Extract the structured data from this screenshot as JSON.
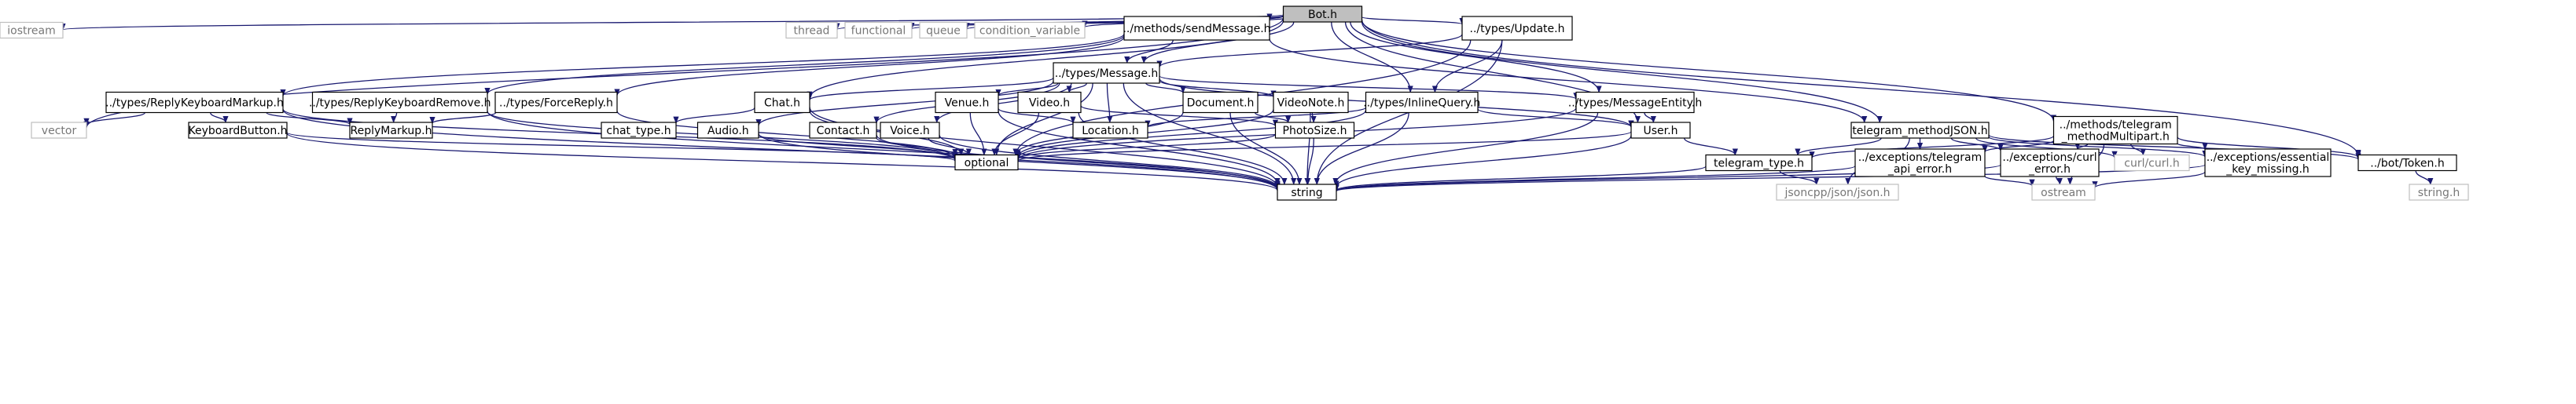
{
  "graph": {
    "colors": {
      "edge": "#191970",
      "internal_fill": "#ffffff",
      "internal_stroke": "#000000",
      "internal_text": "#000000",
      "external_fill": "#ffffff",
      "external_stroke": "#bfbfbf",
      "external_text": "#777777",
      "root_fill": "#bfbfbf",
      "root_stroke": "#000000"
    },
    "nodes": [
      {
        "id": "bot",
        "label": "Bot.h",
        "kind": "root"
      },
      {
        "id": "iostream",
        "label": "iostream",
        "kind": "external"
      },
      {
        "id": "thread",
        "label": "thread",
        "kind": "external"
      },
      {
        "id": "functional",
        "label": "functional",
        "kind": "external"
      },
      {
        "id": "queue",
        "label": "queue",
        "kind": "external"
      },
      {
        "id": "condvar",
        "label": "condition_variable",
        "kind": "external"
      },
      {
        "id": "sendmsg",
        "label": "../methods/sendMessage.h",
        "kind": "internal"
      },
      {
        "id": "update",
        "label": "../types/Update.h",
        "kind": "internal"
      },
      {
        "id": "message",
        "label": "../types/Message.h",
        "kind": "internal"
      },
      {
        "id": "rkm",
        "label": "../types/ReplyKeyboardMarkup.h",
        "kind": "internal"
      },
      {
        "id": "rkr",
        "label": "../types/ReplyKeyboardRemove.h",
        "kind": "internal"
      },
      {
        "id": "forcereply",
        "label": "../types/ForceReply.h",
        "kind": "internal"
      },
      {
        "id": "chat",
        "label": "Chat.h",
        "kind": "internal"
      },
      {
        "id": "venue",
        "label": "Venue.h",
        "kind": "internal"
      },
      {
        "id": "video",
        "label": "Video.h",
        "kind": "internal"
      },
      {
        "id": "document",
        "label": "Document.h",
        "kind": "internal"
      },
      {
        "id": "videonote",
        "label": "VideoNote.h",
        "kind": "internal"
      },
      {
        "id": "inlinequery",
        "label": "../types/InlineQuery.h",
        "kind": "internal"
      },
      {
        "id": "msgentity",
        "label": "../types/MessageEntity.h",
        "kind": "internal"
      },
      {
        "id": "vector",
        "label": "vector",
        "kind": "external"
      },
      {
        "id": "keyboardbutton",
        "label": "KeyboardButton.h",
        "kind": "internal"
      },
      {
        "id": "replymarkup",
        "label": "ReplyMarkup.h",
        "kind": "internal"
      },
      {
        "id": "chattype",
        "label": "chat_type.h",
        "kind": "internal"
      },
      {
        "id": "audio",
        "label": "Audio.h",
        "kind": "internal"
      },
      {
        "id": "contact",
        "label": "Contact.h",
        "kind": "internal"
      },
      {
        "id": "voice",
        "label": "Voice.h",
        "kind": "internal"
      },
      {
        "id": "location",
        "label": "Location.h",
        "kind": "internal"
      },
      {
        "id": "photosize",
        "label": "PhotoSize.h",
        "kind": "internal"
      },
      {
        "id": "user",
        "label": "User.h",
        "kind": "internal"
      },
      {
        "id": "tgjson",
        "label": "telegram_methodJSON.h",
        "kind": "internal"
      },
      {
        "id": "tgmulti",
        "label": [
          "../methods/telegram",
          "_methodMultipart.h"
        ],
        "kind": "internal"
      },
      {
        "id": "optional",
        "label": "optional",
        "kind": "internal"
      },
      {
        "id": "tgtype",
        "label": "telegram_type.h",
        "kind": "internal"
      },
      {
        "id": "exapi",
        "label": [
          "../exceptions/telegram",
          "_api_error.h"
        ],
        "kind": "internal"
      },
      {
        "id": "excurl",
        "label": [
          "../exceptions/curl",
          "_error.h"
        ],
        "kind": "internal"
      },
      {
        "id": "curl",
        "label": "curl/curl.h",
        "kind": "external"
      },
      {
        "id": "exkey",
        "label": [
          "../exceptions/essential",
          "_key_missing.h"
        ],
        "kind": "internal"
      },
      {
        "id": "token",
        "label": "../bot/Token.h",
        "kind": "internal"
      },
      {
        "id": "string",
        "label": "string",
        "kind": "internal"
      },
      {
        "id": "jsoncpp",
        "label": "jsoncpp/json/json.h",
        "kind": "external"
      },
      {
        "id": "ostream",
        "label": "ostream",
        "kind": "external"
      },
      {
        "id": "stringh",
        "label": "string.h",
        "kind": "external"
      }
    ],
    "edges": [
      [
        "bot",
        "iostream"
      ],
      [
        "bot",
        "vector"
      ],
      [
        "bot",
        "thread"
      ],
      [
        "bot",
        "functional"
      ],
      [
        "bot",
        "queue"
      ],
      [
        "bot",
        "condvar"
      ],
      [
        "bot",
        "sendmsg"
      ],
      [
        "bot",
        "update"
      ],
      [
        "bot",
        "message"
      ],
      [
        "bot",
        "inlinequery"
      ],
      [
        "bot",
        "msgentity"
      ],
      [
        "bot",
        "chat"
      ],
      [
        "bot",
        "user"
      ],
      [
        "bot",
        "tgjson"
      ],
      [
        "bot",
        "tgmulti"
      ],
      [
        "bot",
        "token"
      ],
      [
        "sendmsg",
        "message"
      ],
      [
        "sendmsg",
        "rkm"
      ],
      [
        "sendmsg",
        "rkr"
      ],
      [
        "sendmsg",
        "forcereply"
      ],
      [
        "sendmsg",
        "tgjson"
      ],
      [
        "update",
        "message"
      ],
      [
        "update",
        "inlinequery"
      ],
      [
        "update",
        "optional"
      ],
      [
        "update",
        "string"
      ],
      [
        "message",
        "chat"
      ],
      [
        "message",
        "venue"
      ],
      [
        "message",
        "video"
      ],
      [
        "message",
        "document"
      ],
      [
        "message",
        "videonote"
      ],
      [
        "message",
        "msgentity"
      ],
      [
        "message",
        "audio"
      ],
      [
        "message",
        "contact"
      ],
      [
        "message",
        "voice"
      ],
      [
        "message",
        "location"
      ],
      [
        "message",
        "user"
      ],
      [
        "message",
        "optional"
      ],
      [
        "message",
        "string"
      ],
      [
        "rkm",
        "vector"
      ],
      [
        "rkm",
        "keyboardbutton"
      ],
      [
        "rkm",
        "replymarkup"
      ],
      [
        "rkm",
        "optional"
      ],
      [
        "rkm",
        "string"
      ],
      [
        "rkr",
        "replymarkup"
      ],
      [
        "rkr",
        "optional"
      ],
      [
        "rkr",
        "string"
      ],
      [
        "forcereply",
        "replymarkup"
      ],
      [
        "forcereply",
        "optional"
      ],
      [
        "keyboardbutton",
        "optional"
      ],
      [
        "keyboardbutton",
        "string"
      ],
      [
        "chat",
        "chattype"
      ],
      [
        "chat",
        "optional"
      ],
      [
        "chat",
        "string"
      ],
      [
        "audio",
        "optional"
      ],
      [
        "audio",
        "string"
      ],
      [
        "contact",
        "optional"
      ],
      [
        "contact",
        "string"
      ],
      [
        "voice",
        "optional"
      ],
      [
        "voice",
        "string"
      ],
      [
        "venue",
        "location"
      ],
      [
        "venue",
        "optional"
      ],
      [
        "venue",
        "string"
      ],
      [
        "video",
        "photosize"
      ],
      [
        "video",
        "optional"
      ],
      [
        "video",
        "string"
      ],
      [
        "document",
        "photosize"
      ],
      [
        "document",
        "optional"
      ],
      [
        "document",
        "string"
      ],
      [
        "videonote",
        "photosize"
      ],
      [
        "videonote",
        "optional"
      ],
      [
        "videonote",
        "string"
      ],
      [
        "photosize",
        "optional"
      ],
      [
        "photosize",
        "string"
      ],
      [
        "inlinequery",
        "location"
      ],
      [
        "inlinequery",
        "user"
      ],
      [
        "inlinequery",
        "optional"
      ],
      [
        "inlinequery",
        "string"
      ],
      [
        "msgentity",
        "user"
      ],
      [
        "msgentity",
        "optional"
      ],
      [
        "msgentity",
        "string"
      ],
      [
        "user",
        "optional"
      ],
      [
        "user",
        "tgtype"
      ],
      [
        "user",
        "string"
      ],
      [
        "tgjson",
        "tgtype"
      ],
      [
        "tgjson",
        "exapi"
      ],
      [
        "tgjson",
        "excurl"
      ],
      [
        "tgjson",
        "curl"
      ],
      [
        "tgjson",
        "exkey"
      ],
      [
        "tgjson",
        "token"
      ],
      [
        "tgjson",
        "jsoncpp"
      ],
      [
        "tgmulti",
        "tgtype"
      ],
      [
        "tgmulti",
        "exapi"
      ],
      [
        "tgmulti",
        "excurl"
      ],
      [
        "tgmulti",
        "curl"
      ],
      [
        "tgmulti",
        "exkey"
      ],
      [
        "tgmulti",
        "token"
      ],
      [
        "tgmulti",
        "ostream"
      ],
      [
        "tgtype",
        "jsoncpp"
      ],
      [
        "tgtype",
        "string"
      ],
      [
        "exapi",
        "ostream"
      ],
      [
        "exapi",
        "string"
      ],
      [
        "excurl",
        "ostream"
      ],
      [
        "excurl",
        "string"
      ],
      [
        "exkey",
        "ostream"
      ],
      [
        "exkey",
        "string"
      ],
      [
        "token",
        "stringh"
      ]
    ]
  }
}
